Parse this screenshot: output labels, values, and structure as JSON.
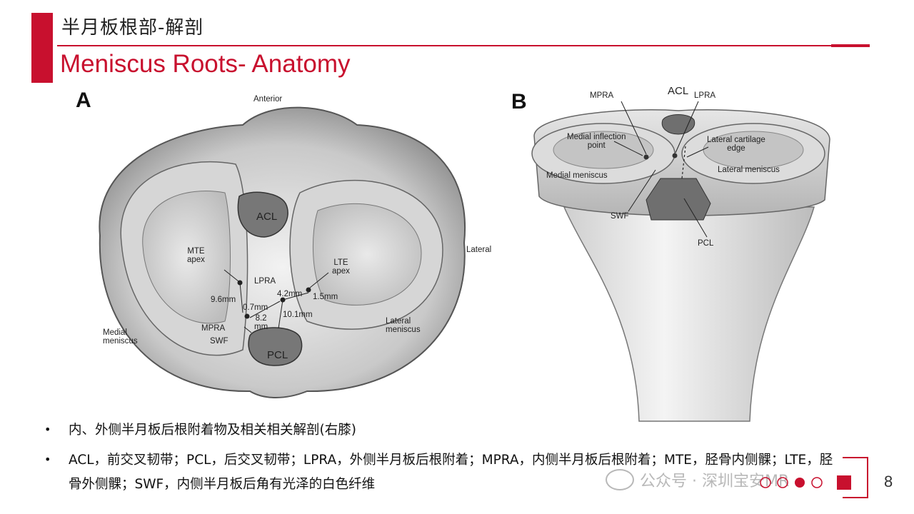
{
  "header": {
    "title_cn": "半月板根部-解剖",
    "title_en": "Meniscus Roots- Anatomy"
  },
  "figure_a": {
    "panel_letter": "A",
    "labels": {
      "anterior": "Anterior",
      "lateral": "Lateral",
      "acl": "ACL",
      "pcl": "PCL",
      "mte_apex": "MTE\napex",
      "lte_apex": "LTE\napex",
      "lpra": "LPRA",
      "mpra": "MPRA",
      "swf": "SWF",
      "medial_meniscus": "Medial\nmeniscus",
      "lateral_meniscus": "Lateral\nmeniscus",
      "d_9_6": "9.6mm",
      "d_0_7": "0.7mm",
      "d_8_2": "8.2\nmm",
      "d_4_2": "4.2mm",
      "d_1_5": "1.5mm",
      "d_10_1": "10.1mm"
    }
  },
  "figure_b": {
    "panel_letter": "B",
    "labels": {
      "acl": "ACL",
      "mpra": "MPRA",
      "lpra": "LPRA",
      "medial_inflection": "Medial inflection\npoint",
      "lateral_cartilage": "Lateral cartilage\nedge",
      "medial_meniscus": "Medial meniscus",
      "lateral_meniscus": "Lateral meniscus",
      "swf": "SWF",
      "pcl": "PCL"
    }
  },
  "bullets": [
    {
      "marker": "•",
      "text": "内、外侧半月板后根附着物及相关相关解剖(右膝)"
    },
    {
      "marker": "•",
      "text": "ACL，前交叉韧带；PCL，后交叉韧带；LPRA，外侧半月板后根附着；MPRA，内侧半月板后根附着；MTE，胫骨内侧髁；LTE，胫骨外侧髁；SWF，内侧半月板后角有光泽的白色纤维"
    }
  ],
  "watermark": {
    "text": "公众号 · 深圳宝安MR"
  },
  "page_number": "8",
  "colors": {
    "accent": "#c8102e"
  }
}
